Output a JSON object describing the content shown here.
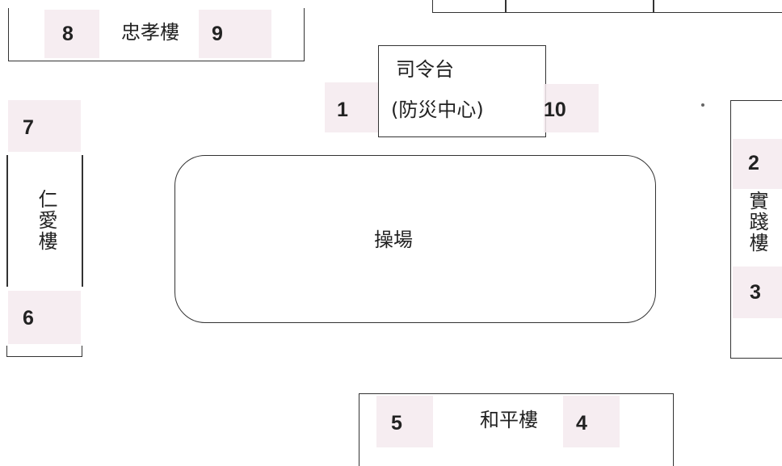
{
  "buildings": {
    "zhongxiao": "忠孝樓",
    "renai": "仁愛樓",
    "shijian": "實踐樓",
    "heping": "和平樓"
  },
  "command_platform": {
    "line1": "司令台",
    "line2": "(防災中心)"
  },
  "playground": "操場",
  "points": {
    "p1": "1",
    "p2": "2",
    "p3": "3",
    "p4": "4",
    "p5": "5",
    "p6": "6",
    "p7": "7",
    "p8": "8",
    "p9": "9",
    "p10": "10"
  },
  "colors": {
    "zone_tint": "#f5eaef",
    "outline": "#333333"
  }
}
